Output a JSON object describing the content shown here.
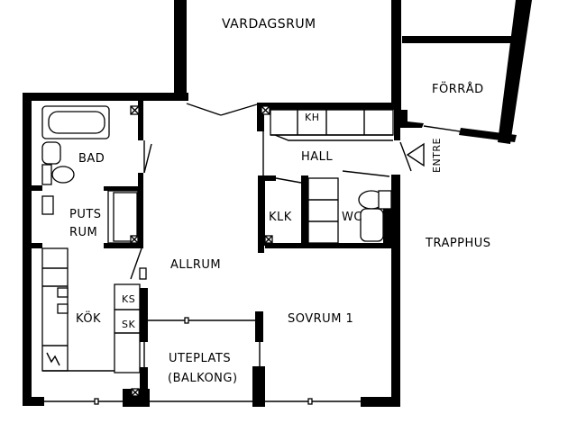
{
  "rooms": {
    "vardagsrum": "VARDAGSRUM",
    "forrad": "FÖRRÅD",
    "bad": "BAD",
    "hall": "HALL",
    "kh": "KH",
    "entre": "ENTRE",
    "puts_line1": "PUTS",
    "puts_line2": "RUM",
    "klk": "KLK",
    "wc": "WC",
    "trapphus": "TRAPPHUS",
    "allrum": "ALLRUM",
    "kok": "KÖK",
    "ks": "KS",
    "sk": "SK",
    "sovrum": "SOVRUM 1",
    "uteplats_line1": "UTEPLATS",
    "uteplats_line2": "(BALKONG)"
  }
}
